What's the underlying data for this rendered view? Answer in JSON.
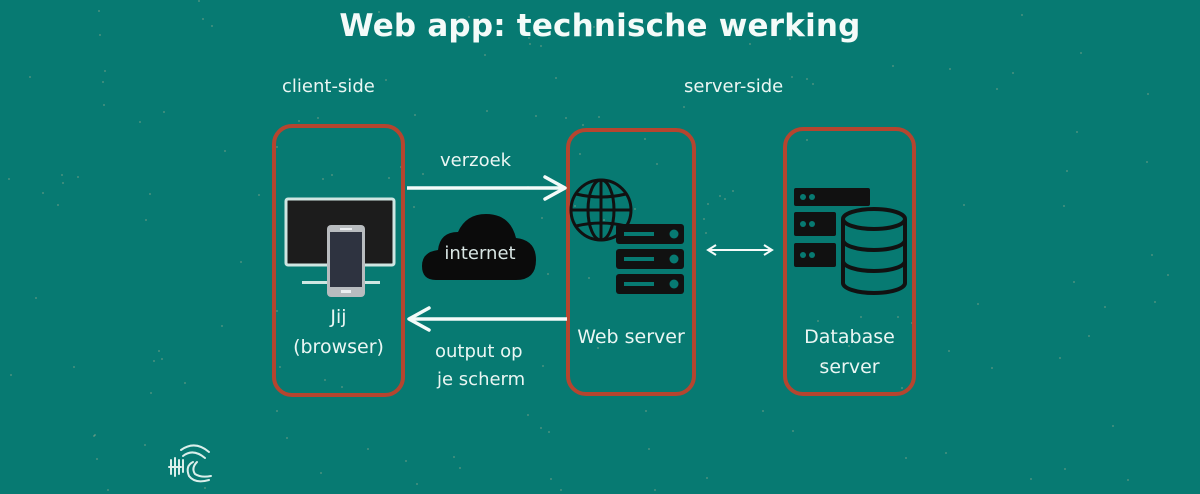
{
  "title": "Web app: technische werking",
  "sections": {
    "client": "client-side",
    "server": "server-side"
  },
  "nodes": {
    "client": {
      "line1": "Jij",
      "line2": "(browser)",
      "icon": "monitor-phone-icon"
    },
    "web_server": {
      "label": "Web server",
      "icon": "globe-server-icon"
    },
    "database": {
      "line1": "Database",
      "line2": "server",
      "icon": "database-server-icon"
    }
  },
  "cloud": {
    "label": "internet",
    "icon": "cloud-icon"
  },
  "arrows": {
    "request": {
      "label": "verzoek",
      "direction": "client-to-webserver"
    },
    "response": {
      "line1": "output op",
      "line2": "je scherm",
      "direction": "webserver-to-client"
    },
    "db_link": {
      "direction": "bidirectional"
    }
  },
  "colors": {
    "background": "#077a72",
    "box_border": "#b5452f",
    "text": "#eaf6f3",
    "icon": "#111111"
  },
  "logo": {
    "icon": "wave-logo-icon"
  }
}
